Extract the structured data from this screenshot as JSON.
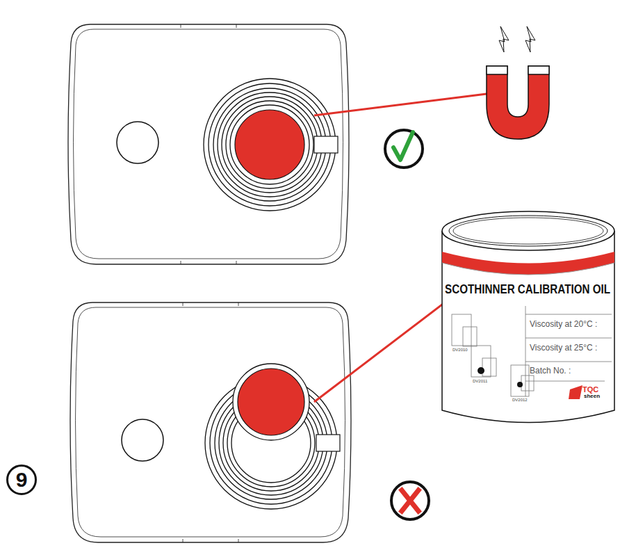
{
  "diagram": {
    "nodes": [
      {
        "text": [
          "9"
        ]
      }
    ],
    "labels": [
      "SCOTHINNER CALIBRATION OIL",
      "Viscosity at 20°C :",
      "Viscosity at 25°C :",
      "Batch No. :",
      "DV2010",
      "DV2011",
      "DV2012",
      "TQC",
      "sheen"
    ]
  }
}
